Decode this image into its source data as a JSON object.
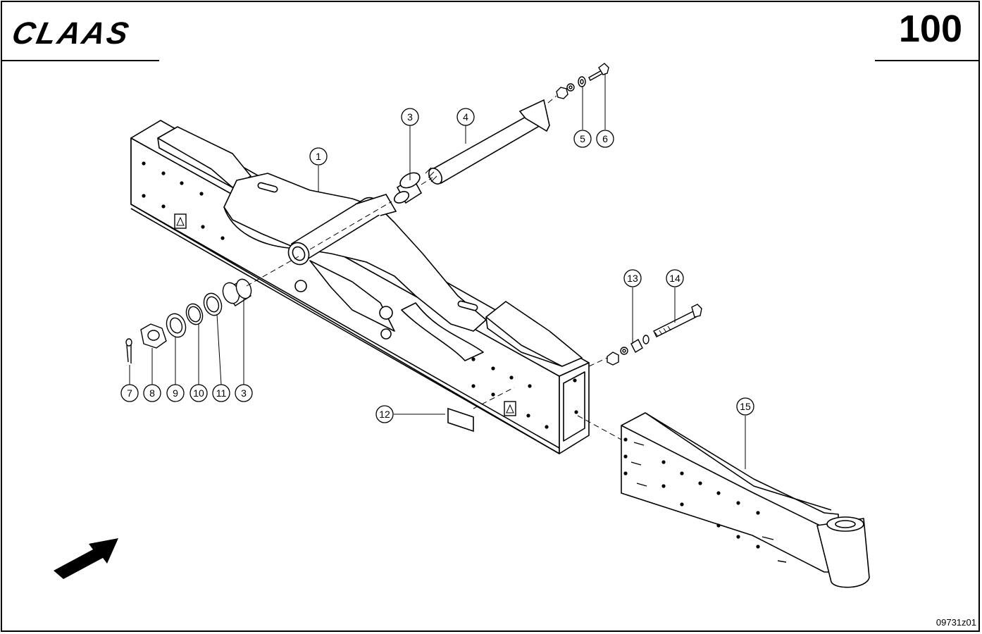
{
  "header": {
    "brand": "CLAAS",
    "page_number": "100"
  },
  "footer": {
    "drawing_code": "09731z01"
  },
  "callouts": [
    {
      "id": "c1",
      "label": "1"
    },
    {
      "id": "c3a",
      "label": "3"
    },
    {
      "id": "c4",
      "label": "4"
    },
    {
      "id": "c5",
      "label": "5"
    },
    {
      "id": "c6",
      "label": "6"
    },
    {
      "id": "c7",
      "label": "7"
    },
    {
      "id": "c8",
      "label": "8"
    },
    {
      "id": "c9",
      "label": "9"
    },
    {
      "id": "c10",
      "label": "10"
    },
    {
      "id": "c11",
      "label": "11"
    },
    {
      "id": "c3b",
      "label": "3"
    },
    {
      "id": "c12",
      "label": "12"
    },
    {
      "id": "c13",
      "label": "13"
    },
    {
      "id": "c14",
      "label": "14"
    },
    {
      "id": "c15",
      "label": "15"
    }
  ]
}
